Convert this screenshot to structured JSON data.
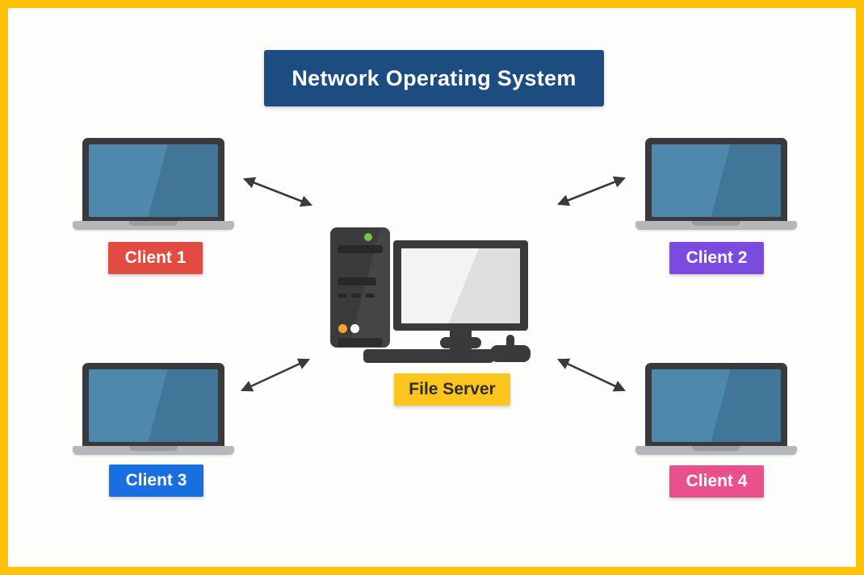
{
  "title": {
    "text": "Network Operating System"
  },
  "theme": {
    "frame_border": "#ffc107",
    "background": "#fdfdfc",
    "title_bg": "#1d4d80",
    "title_color": "#ffffff",
    "arrow_color": "#3a3a3a",
    "laptop_screen_blue": "#4e88ac",
    "device_dark_gray": "#3a3a3c"
  },
  "server": {
    "name": "File Server",
    "label_bg": "#fbc51d",
    "label_color": "#2f2f2f",
    "icon": "desktop-computer"
  },
  "clients": [
    {
      "name": "Client 1",
      "label_bg": "#e24b41",
      "label_color": "#ffffff",
      "position": "top-left",
      "icon": "laptop"
    },
    {
      "name": "Client 2",
      "label_bg": "#7b4be0",
      "label_color": "#ffffff",
      "position": "top-right",
      "icon": "laptop"
    },
    {
      "name": "Client 3",
      "label_bg": "#1a6fe0",
      "label_color": "#ffffff",
      "position": "bottom-left",
      "icon": "laptop"
    },
    {
      "name": "Client 4",
      "label_bg": "#e9518d",
      "label_color": "#ffffff",
      "position": "bottom-right",
      "icon": "laptop"
    }
  ],
  "connections": [
    {
      "from": "Client 1",
      "to": "File Server",
      "type": "bidirectional-arrow"
    },
    {
      "from": "Client 2",
      "to": "File Server",
      "type": "bidirectional-arrow"
    },
    {
      "from": "Client 3",
      "to": "File Server",
      "type": "bidirectional-arrow"
    },
    {
      "from": "Client 4",
      "to": "File Server",
      "type": "bidirectional-arrow"
    }
  ]
}
